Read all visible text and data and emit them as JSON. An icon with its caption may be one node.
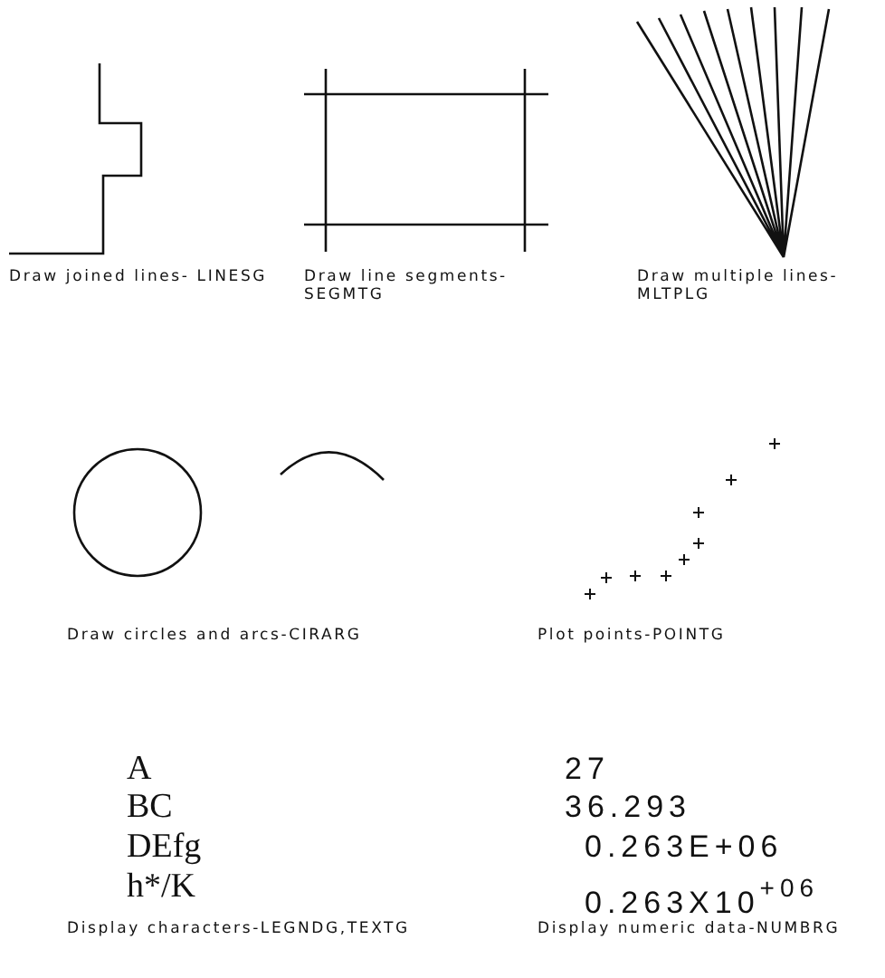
{
  "diagram": {
    "labels": [
      "Draw joined lines- LINESG",
      "Draw line segments- SEGMTG",
      "Draw multiple lines- MLTPLG",
      "Draw circles and arcs-CIRARG",
      "Plot points-POINTG",
      "A",
      "27",
      "BC",
      "36.293",
      "DEfg",
      "0.263E+06",
      "h*/K",
      "0.263X10$^{+06}$",
      "Display characters-LEGNDG,TEXTG",
      "Display numeric data-NUMBRG"
    ]
  }
}
